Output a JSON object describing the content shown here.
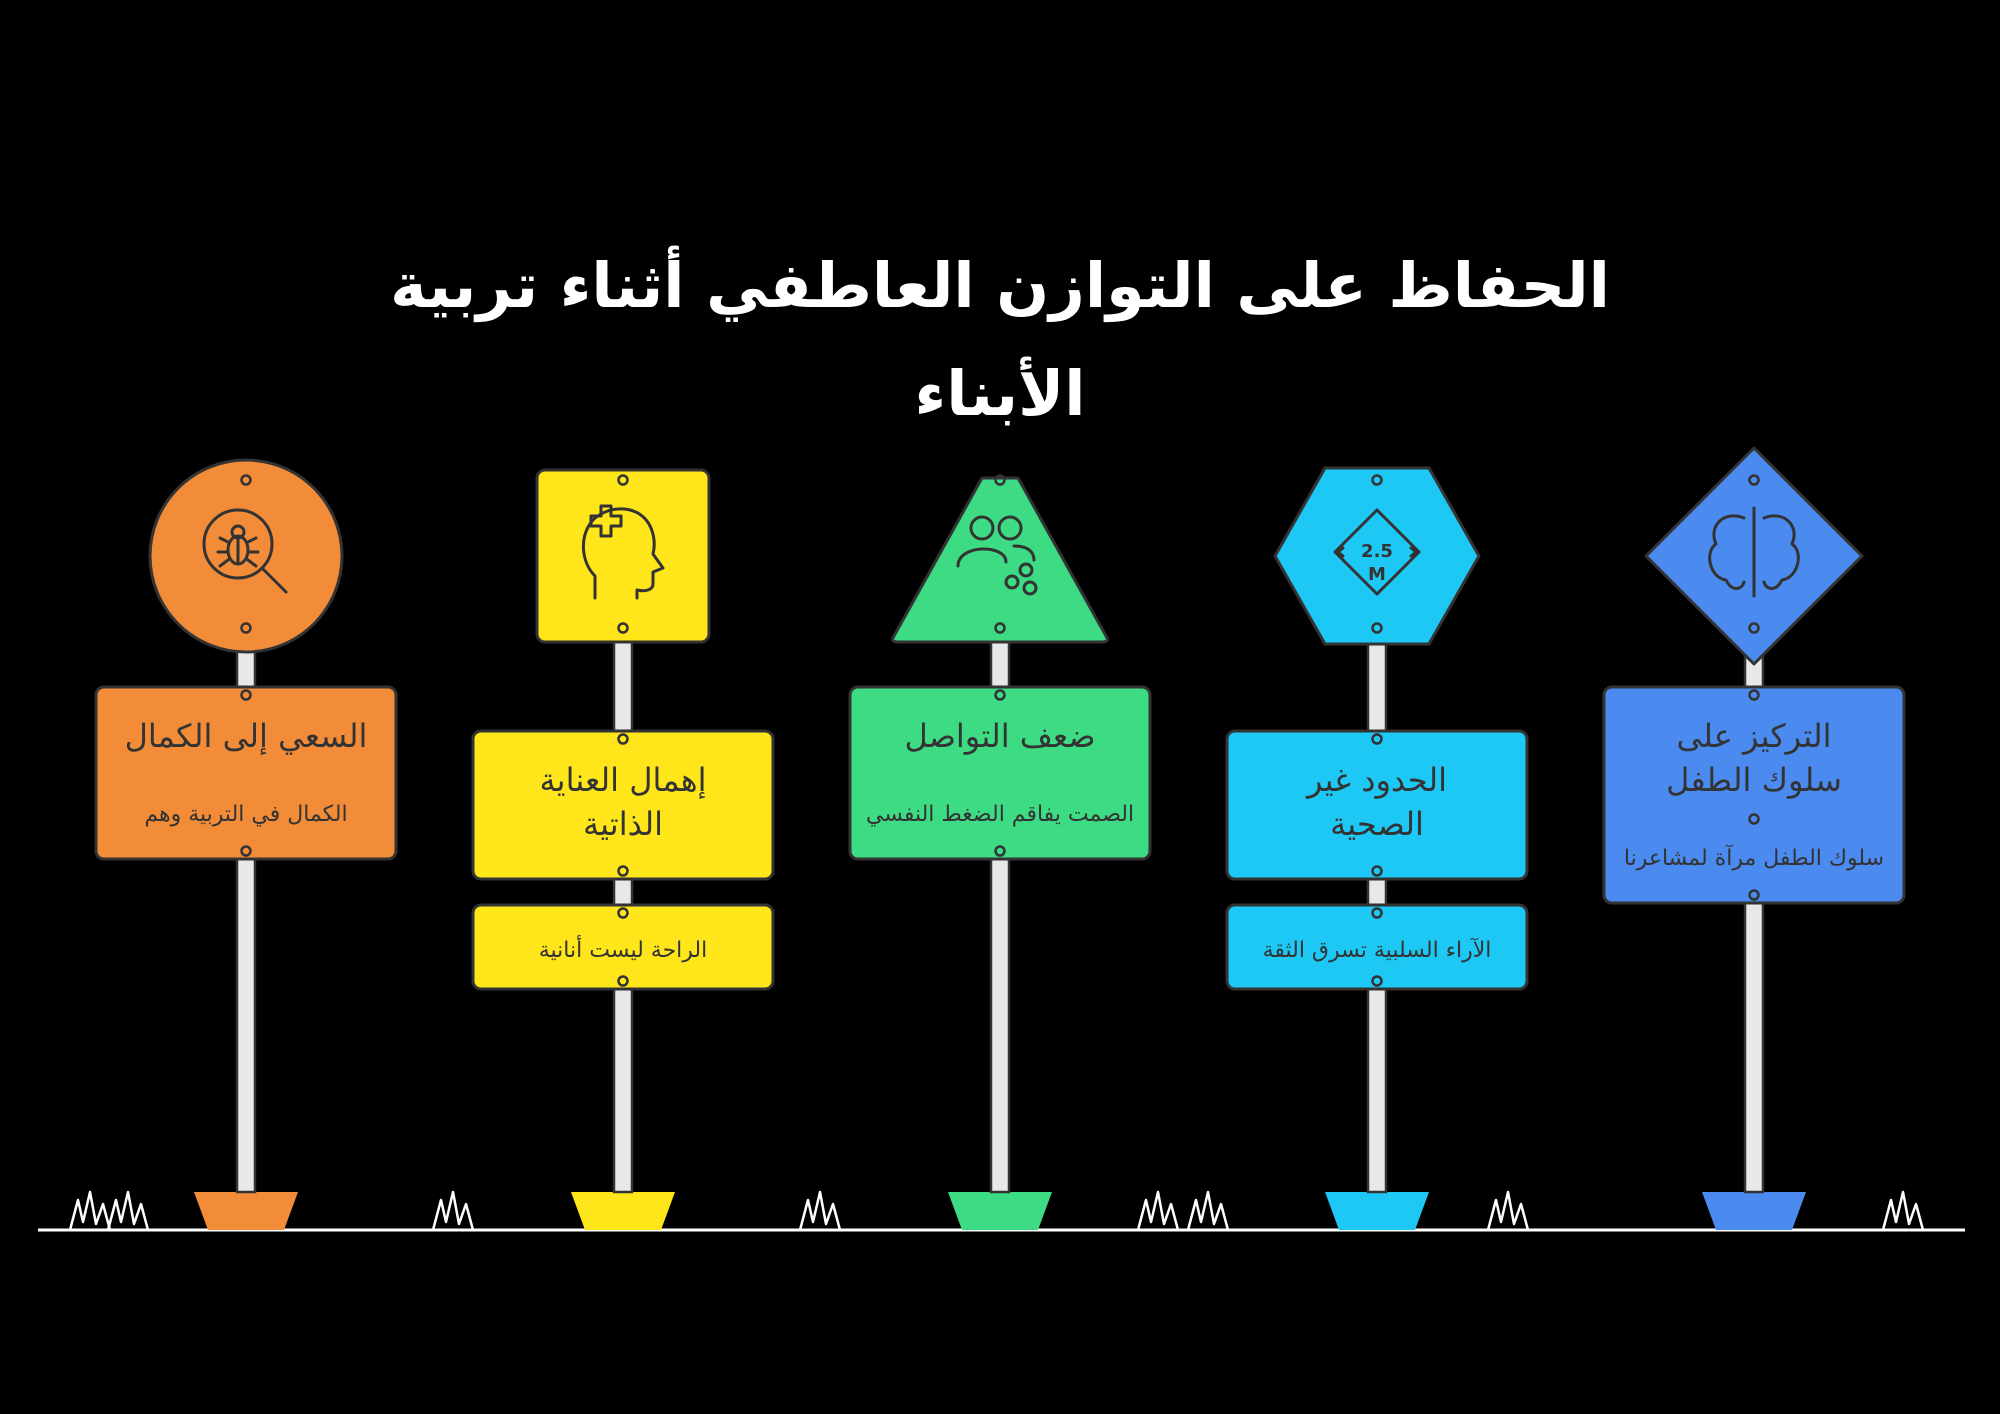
{
  "title": "الحفاظ على التوازن العاطفي أثناء تربية الأبناء",
  "signs": [
    {
      "id": "perfection",
      "shape": "circle",
      "icon": "bug-magnifier-icon",
      "color": "#F28C38",
      "label_lines": [
        "السعي إلى الكمال"
      ],
      "detail": "الكمال في التربية وهم"
    },
    {
      "id": "self-care",
      "shape": "square",
      "icon": "mental-health-head-icon",
      "color": "#FFE61A",
      "label_lines": [
        "إهمال العناية",
        "الذاتية"
      ],
      "detail": "الراحة ليست أنانية"
    },
    {
      "id": "communication",
      "shape": "triangle",
      "icon": "people-network-icon",
      "color": "#3DDC84",
      "label_lines": [
        "ضعف التواصل"
      ],
      "detail": "الصمت يفاقم الضغط النفسي"
    },
    {
      "id": "boundaries",
      "shape": "hexagon",
      "icon": "height-limit-sign-icon",
      "icon_text": [
        "2.5",
        "M"
      ],
      "color": "#1EC8F5",
      "label_lines": [
        "الحدود غير",
        "الصحية"
      ],
      "detail": "الآراء السلبية تسرق الثقة"
    },
    {
      "id": "child-behavior",
      "shape": "diamond",
      "icon": "split-brain-icon",
      "color": "#4B8BF0",
      "label_lines": [
        "التركيز على",
        "سلوك الطفل"
      ],
      "detail": "سلوك الطفل مرآة لمشاعرنا"
    }
  ]
}
